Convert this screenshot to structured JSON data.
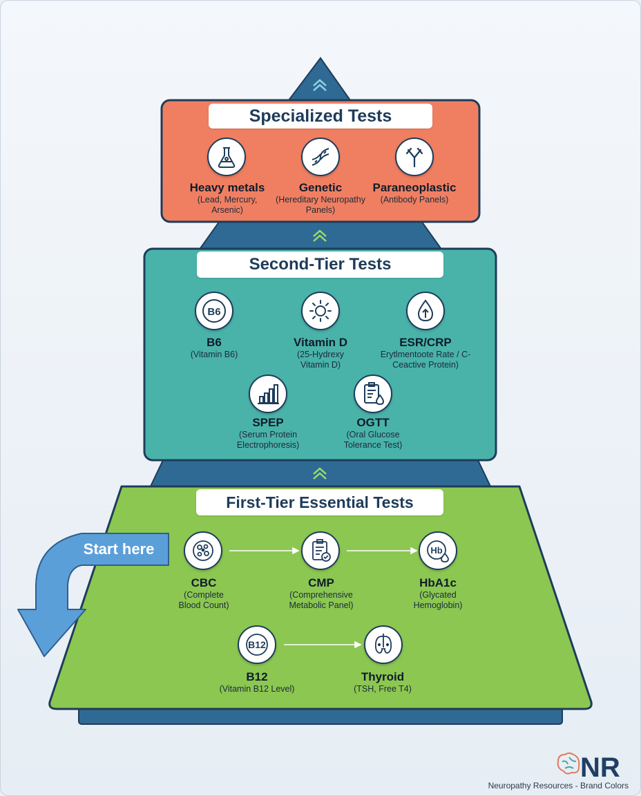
{
  "tiers": {
    "specialized": {
      "title": "Specialized Tests",
      "items": [
        {
          "name": "Heavy metals",
          "sub": "(Lead, Mercury, Arsenic)",
          "icon": "flask-icon"
        },
        {
          "name": "Genetic",
          "sub": "(Hereditary Neuropathy Panels)",
          "icon": "dna-icon"
        },
        {
          "name": "Paraneoplastic",
          "sub": "(Antibody Panels)",
          "icon": "antibody-icon"
        }
      ]
    },
    "second": {
      "title": "Second-Tier Tests",
      "items": [
        {
          "name": "B6",
          "sub": "(Vitamin B6)",
          "icon": "b6-icon",
          "icon_text": "B6"
        },
        {
          "name": "Vitamin D",
          "sub": "(25-Hydrexy Vitamin D)",
          "icon": "sun-icon"
        },
        {
          "name": "ESR/CRP",
          "sub": "Erytlmentoote Rate / C-Ceactive Protein)",
          "icon": "blood-drop-icon"
        },
        {
          "name": "SPEP",
          "sub": "(Serum Protein Electrophoresis)",
          "icon": "bar-chart-icon"
        },
        {
          "name": "OGTT",
          "sub": "(Oral Glucose Tolerance Test)",
          "icon": "clipboard-glucose-icon"
        }
      ]
    },
    "first": {
      "title": "First-Tier Essential Tests",
      "items": [
        {
          "name": "CBC",
          "sub": "(Complete Blood Count)",
          "icon": "blood-cells-icon"
        },
        {
          "name": "CMP",
          "sub": "(Comprehensive Metabolic Panel)",
          "icon": "clipboard-check-icon"
        },
        {
          "name": "HbA1c",
          "sub": "(Glycated Hemoglobin)",
          "icon": "hb-drop-icon",
          "icon_text": "Hb"
        },
        {
          "name": "B12",
          "sub": "(Vitamin B12 Level)",
          "icon": "b12-icon",
          "icon_text": "B12"
        },
        {
          "name": "Thyroid",
          "sub": "(TSH, Free T4)",
          "icon": "thyroid-icon"
        }
      ]
    }
  },
  "start_label": "Start here",
  "logo": {
    "text": "NR"
  },
  "footer": "Neuropathy Resources - Brand Colors",
  "colors": {
    "specialized": "#f07f62",
    "second": "#49b3aa",
    "first": "#8cc751",
    "pyramid": "#2f6a94",
    "outline": "#1e3c5a",
    "start_arrow": "#5b9fd9"
  }
}
